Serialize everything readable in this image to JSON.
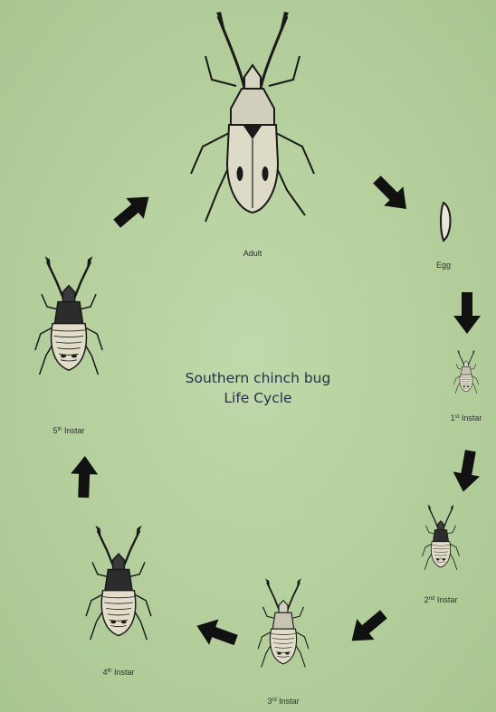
{
  "title": {
    "line1": "Southern chinch bug",
    "line2": "Life Cycle"
  },
  "stages": [
    {
      "id": "adult",
      "label": "Adult",
      "ordinal": "",
      "suffix": "",
      "icon": "adult-chinch-bug-icon"
    },
    {
      "id": "egg",
      "label": "Egg",
      "ordinal": "",
      "suffix": "",
      "icon": "egg-icon"
    },
    {
      "id": "instar-1",
      "label": "1",
      "ordinal": "st",
      "suffix": " Instar",
      "icon": "first-instar-nymph-icon"
    },
    {
      "id": "instar-2",
      "label": "2",
      "ordinal": "nd",
      "suffix": " Instar",
      "icon": "second-instar-nymph-icon"
    },
    {
      "id": "instar-3",
      "label": "3",
      "ordinal": "rd",
      "suffix": " Instar",
      "icon": "third-instar-nymph-icon"
    },
    {
      "id": "instar-4",
      "label": "4",
      "ordinal": "th",
      "suffix": " Instar",
      "icon": "fourth-instar-nymph-icon"
    },
    {
      "id": "instar-5",
      "label": "5",
      "ordinal": "th",
      "suffix": " Instar",
      "icon": "fifth-instar-nymph-icon"
    }
  ],
  "colors": {
    "grass_light": "#c2d9aa",
    "grass_dark": "#9fbf85",
    "arrow": "#111111",
    "bug_outline": "#1a1a1a",
    "title_text": "#26304a"
  }
}
